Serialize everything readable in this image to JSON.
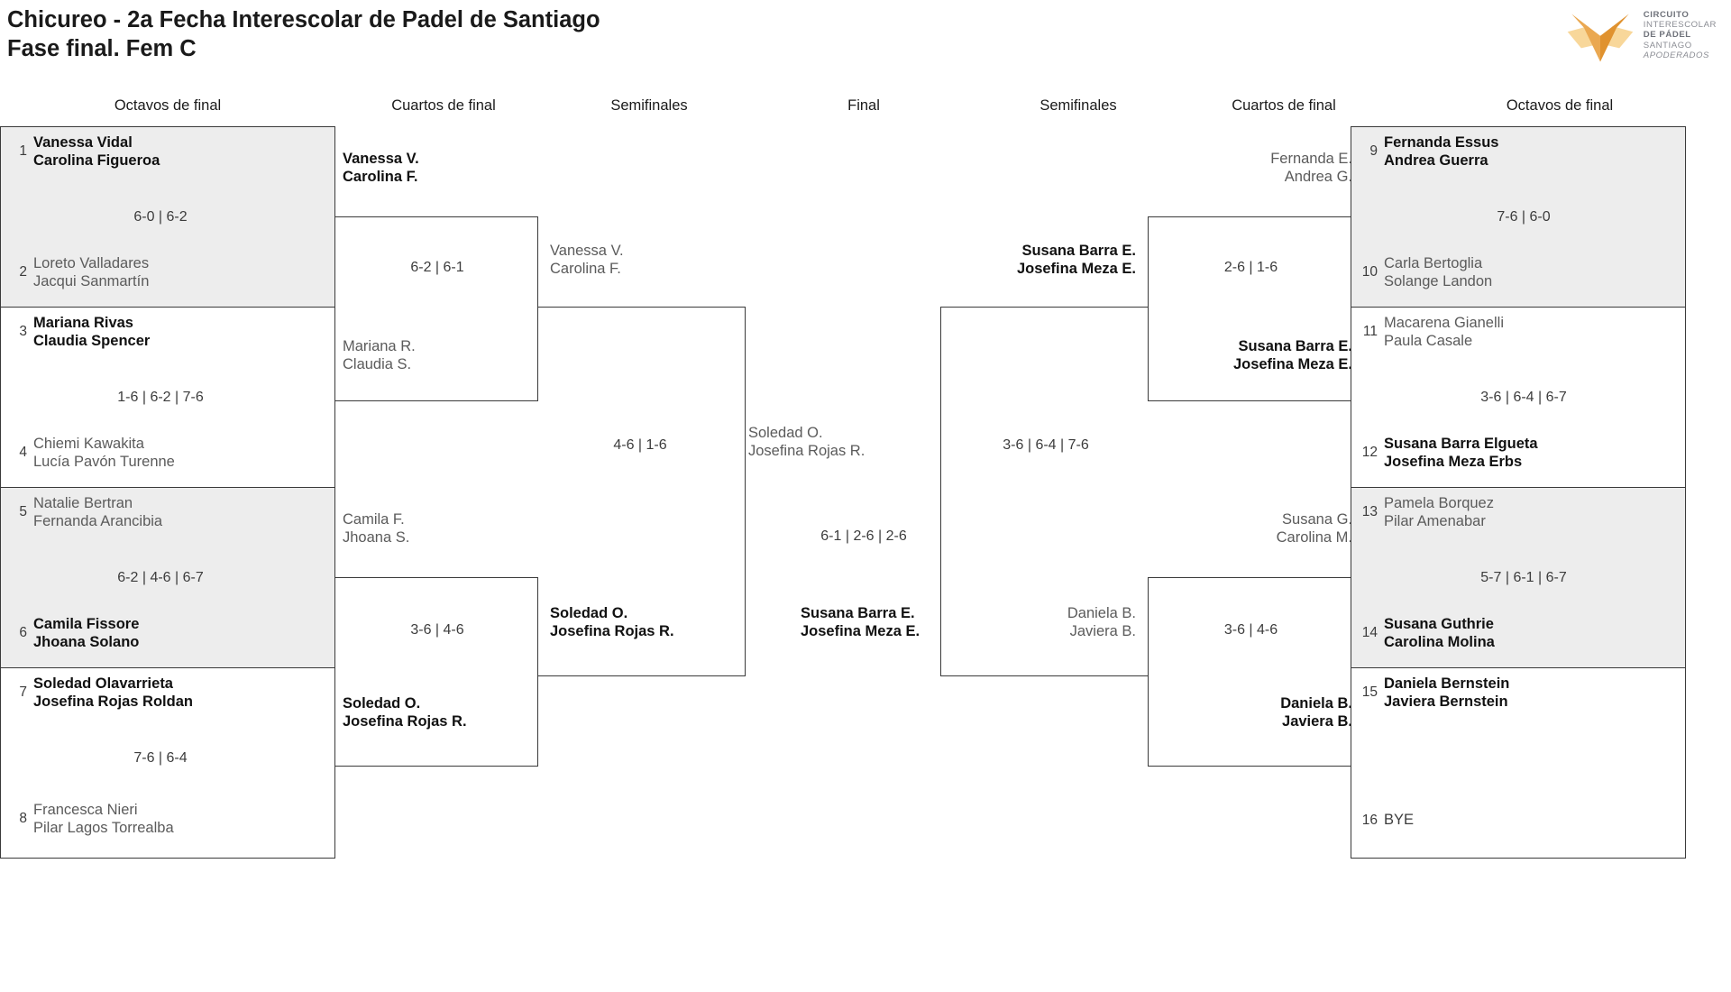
{
  "header": {
    "title_line1": "Chicureo - 2a Fecha Interescolar de Padel de Santiago",
    "title_line2": "Fase final. Fem C",
    "logo": {
      "line1": "CIRCUITO",
      "line2": "INTERESCOLAR",
      "line3": "DE PÁDEL",
      "line4": "SANTIAGO",
      "line5": "APODERADOS",
      "color_dark": "#e0922f",
      "color_mid": "#eaa851",
      "color_light": "#f8d79a"
    }
  },
  "round_headers": {
    "left_r16": "Octavos de final",
    "left_qf": "Cuartos de final",
    "left_sf": "Semifinales",
    "final": "Final",
    "right_sf": "Semifinales",
    "right_qf": "Cuartos de final",
    "right_r16": "Octavos de final"
  },
  "left_r16": [
    {
      "seed": "1",
      "p1": "Vanessa Vidal",
      "p2": "Carolina Figueroa",
      "winner": true
    },
    {
      "seed": "2",
      "p1": "Loreto Valladares",
      "p2": "Jacqui Sanmartín",
      "winner": false
    },
    {
      "seed": "3",
      "p1": "Mariana Rivas",
      "p2": "Claudia Spencer",
      "winner": true
    },
    {
      "seed": "4",
      "p1": "Chiemi Kawakita",
      "p2": "Lucía Pavón Turenne",
      "winner": false
    },
    {
      "seed": "5",
      "p1": "Natalie Bertran",
      "p2": "Fernanda Arancibia",
      "winner": false
    },
    {
      "seed": "6",
      "p1": "Camila Fissore",
      "p2": "Jhoana Solano",
      "winner": true
    },
    {
      "seed": "7",
      "p1": "Soledad Olavarrieta",
      "p2": "Josefina Rojas Roldan",
      "winner": true
    },
    {
      "seed": "8",
      "p1": "Francesca Nieri",
      "p2": "Pilar Lagos Torrealba",
      "winner": false
    }
  ],
  "left_r16_scores": [
    "6-0 | 6-2",
    "1-6 | 6-2 | 7-6",
    "6-2 | 4-6 | 6-7",
    "7-6 | 6-4"
  ],
  "right_r16": [
    {
      "seed": "9",
      "p1": "Fernanda Essus",
      "p2": "Andrea Guerra",
      "winner": true
    },
    {
      "seed": "10",
      "p1": "Carla Bertoglia",
      "p2": "Solange Landon",
      "winner": false
    },
    {
      "seed": "11",
      "p1": "Macarena Gianelli",
      "p2": "Paula Casale",
      "winner": false
    },
    {
      "seed": "12",
      "p1": "Susana Barra Elgueta",
      "p2": "Josefina Meza Erbs",
      "winner": true
    },
    {
      "seed": "13",
      "p1": "Pamela Borquez",
      "p2": "Pilar Amenabar",
      "winner": false
    },
    {
      "seed": "14",
      "p1": "Susana Guthrie",
      "p2": "Carolina Molina",
      "winner": true
    },
    {
      "seed": "15",
      "p1": "Daniela Bernstein",
      "p2": "Javiera Bernstein",
      "winner": true
    },
    {
      "seed": "16",
      "p1": "BYE",
      "p2": "",
      "winner": false
    }
  ],
  "right_r16_scores": [
    "7-6 | 6-0",
    "3-6 | 6-4 | 6-7",
    "5-7 | 6-1 | 6-7"
  ],
  "left_qf": {
    "t1": {
      "p1": "Vanessa V.",
      "p2": "Carolina F.",
      "winner": true
    },
    "t2": {
      "p1": "Mariana R.",
      "p2": "Claudia S.",
      "winner": false
    },
    "score1": "6-2 | 6-1",
    "t3": {
      "p1": "Camila F.",
      "p2": "Jhoana S.",
      "winner": false
    },
    "t4": {
      "p1": "Soledad O.",
      "p2": "Josefina Rojas R.",
      "winner": true
    },
    "score2": "3-6 | 4-6"
  },
  "left_sf": {
    "t1": {
      "p1": "Vanessa V.",
      "p2": "Carolina F.",
      "winner": false
    },
    "t2": {
      "p1": "Soledad O.",
      "p2": "Josefina Rojas R.",
      "winner": true
    },
    "score": "4-6 | 1-6"
  },
  "final": {
    "t1": {
      "p1": "Soledad O.",
      "p2": "Josefina Rojas R.",
      "winner": false
    },
    "t2": {
      "p1": "Susana Barra E.",
      "p2": "Josefina Meza E.",
      "winner": true
    },
    "score": "6-1 | 2-6 | 2-6"
  },
  "right_sf": {
    "t1": {
      "p1": "Susana Barra E.",
      "p2": "Josefina Meza E.",
      "winner": true
    },
    "t2": {
      "p1": "Daniela B.",
      "p2": "Javiera B.",
      "winner": false
    },
    "score": "3-6 | 6-4 | 7-6"
  },
  "right_qf": {
    "t1": {
      "p1": "Fernanda E.",
      "p2": "Andrea G.",
      "winner": false
    },
    "t2": {
      "p1": "Susana Barra E.",
      "p2": "Josefina Meza E.",
      "winner": true
    },
    "score1": "2-6 | 1-6",
    "t3": {
      "p1": "Susana G.",
      "p2": "Carolina M.",
      "winner": false
    },
    "t4": {
      "p1": "Daniela B.",
      "p2": "Javiera B.",
      "winner": true
    },
    "score2": "3-6 | 4-6"
  }
}
